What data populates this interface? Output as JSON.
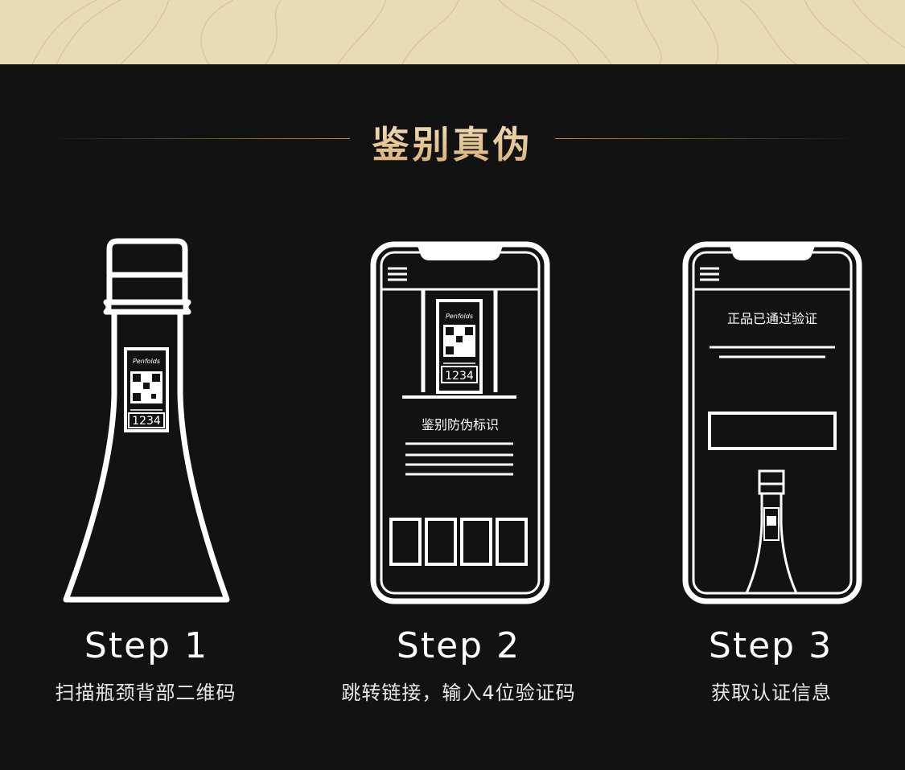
{
  "header": {
    "title": "鉴别真伪"
  },
  "steps": [
    {
      "label": "Step 1",
      "description": "扫描瓶颈背部二维码"
    },
    {
      "label": "Step 2",
      "description": "跳转链接，输入4位验证码"
    },
    {
      "label": "Step 3",
      "description": "获取认证信息"
    }
  ],
  "label_tag": {
    "brand": "Penfolds",
    "code": "1234"
  },
  "phone2": {
    "screen_title": "鉴别防伪标识"
  },
  "phone3": {
    "screen_title": "正品已通过验证"
  },
  "colors": {
    "band": "#eadbb7",
    "background": "#121212",
    "gold": "#d4ad72",
    "line": "#ffffff"
  }
}
